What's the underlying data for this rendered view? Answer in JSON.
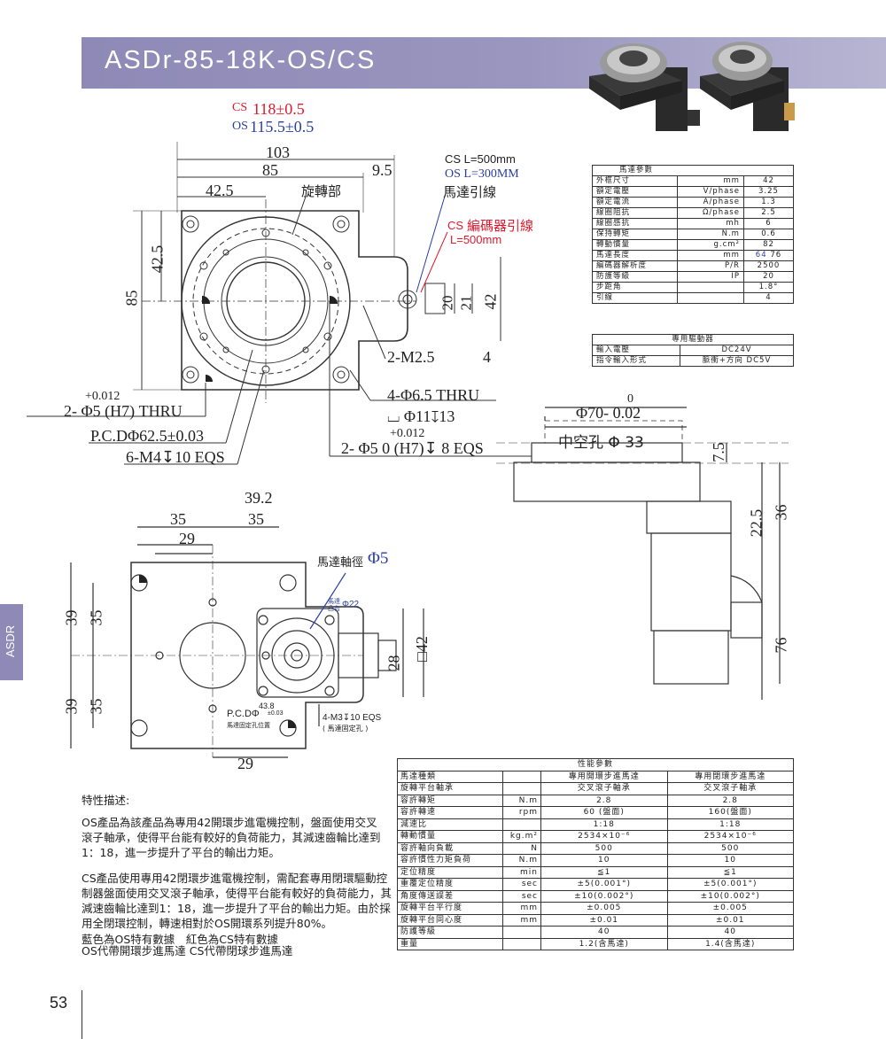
{
  "header": {
    "title": "ASDr-85-18K-OS/CS"
  },
  "side_tab": "ASDR",
  "page_number": "53",
  "top_drawing": {
    "cs_prefix": "CS",
    "cs_length": "118±0.5",
    "os_prefix": "OS",
    "os_length": "115.5±0.5",
    "dim_103": "103",
    "dim_85_top": "85",
    "dim_9_5": "9.5",
    "dim_42_5_h": "42.5",
    "rotating_part": "旋轉部",
    "cs_cable": "CS L=500mm",
    "os_cable": "OS L=300MM",
    "motor_lead": "馬達引線",
    "encoder_lead_prefix": "CS",
    "encoder_lead": "編碼器引線",
    "encoder_lead_len": "L=500mm",
    "dim_85_left": "85",
    "dim_42_5_v": "42.5",
    "dim_20": "20",
    "dim_21": "21",
    "dim_42": "42",
    "thread_2m25": "2-M2.5",
    "thread_depth_4": "4",
    "hole_thru": "4-Φ6.5 THRU",
    "counterbore": "⌴ Φ11↧13",
    "pin_tol_top": "+0.012",
    "pin_hole": "2- Φ5 (H7) THRU",
    "pin_tol_zero": "0",
    "pcd": "P.C.DΦ62.5±0.03",
    "m4": "6-M4↧10 EQS",
    "pin2_tol": "+0.012",
    "pin2": "2- Φ5  0  (H7)↧  8 EQS"
  },
  "side_drawing": {
    "bore_dia": "Φ70- 0.02",
    "bore_tol_top": "0",
    "hollow": "中空孔  Φ  33",
    "dim_7_5": "7.5",
    "dim_22_5": "22.5",
    "dim_36": "36",
    "dim_76": "76"
  },
  "bottom_drawing": {
    "dim_39_2": "39.2",
    "dim_35_a": "35",
    "dim_35_b": "35",
    "dim_29_top": "29",
    "motor_shaft": "馬達軸徑",
    "motor_shaft_dia": "Φ5",
    "motor_label_small": "馬達\n凸台",
    "motor_boss": "Φ22",
    "dim_39_upper": "39",
    "dim_35_upper": "35",
    "dim_39_lower": "39",
    "dim_35_lower": "35",
    "dim_28": "28",
    "dim_42_sq": "□42",
    "pcd_label": "P.C.DΦ",
    "pcd_val": "43.8",
    "pcd_tol": "±0.03",
    "pcd_note": "馬達固定孔位置",
    "m3": "4-M3↧10 EQS",
    "m3_note": "( 馬達固定孔 )",
    "dim_29_bottom": "29"
  },
  "motor_table": {
    "title": "馬達參數",
    "rows": [
      [
        "外框尺寸",
        "mm",
        "42"
      ],
      [
        "額定電壓",
        "V/phase",
        "3.25"
      ],
      [
        "額定電流",
        "A/phase",
        "1.3"
      ],
      [
        "線圈阻抗",
        "Ω/phase",
        "2.5"
      ],
      [
        "線圈感抗",
        "mh",
        "6"
      ],
      [
        "保持轉矩",
        "N.m",
        "0.6"
      ],
      [
        "轉動慣量",
        "g.cm²",
        "82"
      ],
      [
        "馬達長度",
        "mm",
        "76"
      ],
      [
        "編碼器解析度",
        "P/R",
        "2500"
      ],
      [
        "防護等級",
        "IP",
        "20"
      ],
      [
        "步距角",
        "",
        "1.8°"
      ],
      [
        "引線",
        "",
        "4"
      ]
    ],
    "motor_length_os": "64"
  },
  "driver_table": {
    "title": "專用驅動器",
    "rows": [
      [
        "輸入電壓",
        "DC24V"
      ],
      [
        "指令輸入形式",
        "脈衝+方向 DC5V"
      ]
    ]
  },
  "perf_table": {
    "title": "性能參數",
    "rows": [
      [
        "馬達種類",
        "",
        "專用開環步進馬達",
        "專用閉環步進馬達"
      ],
      [
        "旋轉平台軸承",
        "",
        "交叉滾子軸承",
        "交叉滾子軸承"
      ],
      [
        "容許轉矩",
        "N.m",
        "2.8",
        "2.8"
      ],
      [
        "容許轉速",
        "rpm",
        "60 (盤面)",
        "160(盤面)"
      ],
      [
        "減速比",
        "",
        "1:18",
        "1:18"
      ],
      [
        "轉動慣量",
        "kg.m²",
        "2534×10⁻⁶",
        "2534×10⁻⁶"
      ],
      [
        "容許軸向負載",
        "N",
        "500",
        "500"
      ],
      [
        "容許慣性力矩負荷",
        "N.m",
        "10",
        "10"
      ],
      [
        "定位精度",
        "min",
        "≦1",
        "≦1"
      ],
      [
        "重覆定位精度",
        "sec",
        "±5(0.001°)",
        "±5(0.001°)"
      ],
      [
        "角度傳送誤差",
        "sec",
        "±10(0.002°)",
        "±10(0.002°)"
      ],
      [
        "旋轉平台平行度",
        "mm",
        "±0.005",
        "±0.005"
      ],
      [
        "旋轉平台同心度",
        "mm",
        "±0.01",
        "±0.01"
      ],
      [
        "防護等級",
        "",
        "40",
        "40"
      ],
      [
        "重量",
        "",
        "1.2(含馬達)",
        "1.4(含馬達)"
      ]
    ]
  },
  "features": {
    "heading": "特性描述:",
    "para1": "OS產品為該產品為專用42開環步進電機控制，盤面使用交叉滾子軸承，使得平台能有較好的負荷能力，其減速齒輪比達到1：18，進一步提升了平台的輸出力矩。",
    "para2": "CS產品使用專用42閉環步進電機控制，需配套專用閉環驅動控制器盤面使用交叉滾子軸承，使得平台能有較好的負荷能力，其減速齒輪比達到1：18，進一步提升了平台的輸出力矩。由於採用全閉環控制，轉速相對於OS開環系列提升80%。",
    "legend1": "藍色為OS特有數據　紅色為CS特有數據",
    "legend2": "OS代帶開環步進馬達  CS代帶閉球步進馬達"
  },
  "colors": {
    "banner": "#8e89b6",
    "red": "#e0182d",
    "blue": "#2a3fa0"
  }
}
